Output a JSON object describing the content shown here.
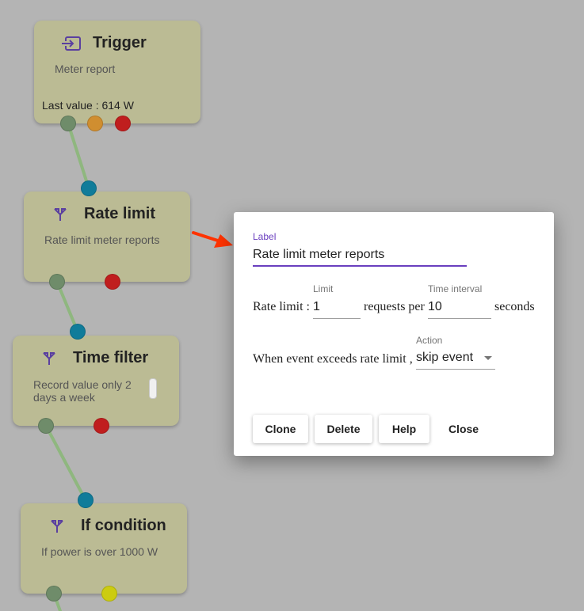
{
  "flow": {
    "nodes": [
      {
        "id": "trigger",
        "icon": "trigger-icon",
        "title": "Trigger",
        "description": "Meter report",
        "last_value": "Last value : 614 W"
      },
      {
        "id": "rate-limit",
        "icon": "branch-icon",
        "title": "Rate limit",
        "description": "Rate limit meter reports"
      },
      {
        "id": "time-filter",
        "icon": "branch-icon",
        "title": "Time filter",
        "description": "Record value only 2 days a week"
      },
      {
        "id": "if-condition",
        "icon": "branch-icon",
        "title": "If condition",
        "description": "If power is over 1000 W"
      }
    ],
    "colors": {
      "node_bg": "#bbbb94",
      "port_green": "#6f8c6a",
      "port_orange": "#d08e30",
      "port_red": "#c01e1e",
      "port_blue": "#107c9a",
      "port_yellow": "#cccc10",
      "wire": "#8fb77f",
      "arrow": "#ff3300",
      "accent": "#6a3fbf"
    }
  },
  "dialog": {
    "label_field": {
      "label": "Label",
      "value": "Rate limit meter reports"
    },
    "rate": {
      "prefix": "Rate limit :",
      "limit_label": "Limit",
      "limit_value": "1",
      "middle": "requests per",
      "interval_label": "Time interval",
      "interval_value": "10",
      "suffix": "seconds"
    },
    "action": {
      "prefix": "When event exceeds rate limit ,",
      "label": "Action",
      "selected": "skip event"
    },
    "buttons": {
      "clone": "Clone",
      "delete": "Delete",
      "help": "Help",
      "close": "Close"
    }
  }
}
